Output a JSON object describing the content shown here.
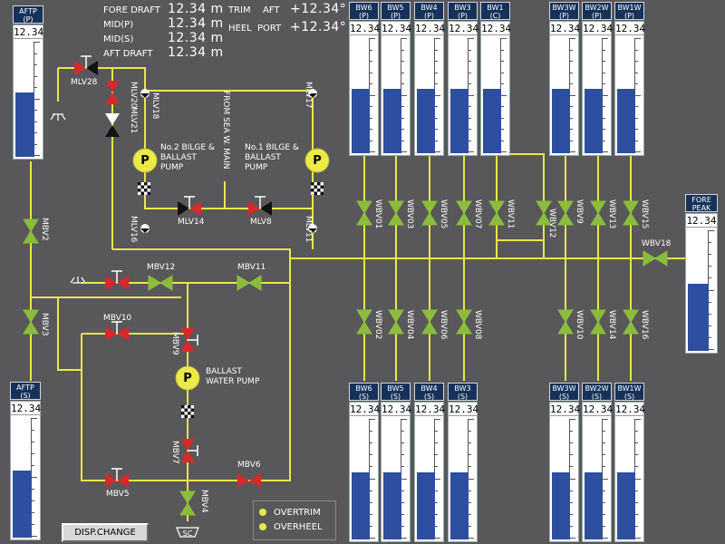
{
  "header": {
    "fore_draft": {
      "label": "FORE DRAFT",
      "value": "12.34 m"
    },
    "mid_p": {
      "label": "MID(P)",
      "value": "12.34 m"
    },
    "mid_s": {
      "label": "MID(S)",
      "value": "12.34 m"
    },
    "aft_draft": {
      "label": "AFT DRAFT",
      "value": "12.34 m"
    },
    "trim": {
      "label": "TRIM",
      "side": "AFT",
      "value": "+12.34°"
    },
    "heel": {
      "label": "HEEL",
      "side": "PORT",
      "value": "+12.34°"
    }
  },
  "tanks": [
    {
      "id": "aftp-p",
      "line1": "AFTP",
      "line2": "(P)",
      "value": "12.34",
      "level": 0.55
    },
    {
      "id": "aftp-s",
      "line1": "AFTP",
      "line2": "(S)",
      "value": "12.34",
      "level": 0.55
    },
    {
      "id": "bw6-p",
      "line1": "BW6",
      "line2": "(P)",
      "value": "12.34",
      "level": 0.55
    },
    {
      "id": "bw5-p",
      "line1": "BW5",
      "line2": "(P)",
      "value": "12.34",
      "level": 0.55
    },
    {
      "id": "bw4-p",
      "line1": "BW4",
      "line2": "(P)",
      "value": "12.34",
      "level": 0.55
    },
    {
      "id": "bw3-p",
      "line1": "BW3",
      "line2": "(P)",
      "value": "12.34",
      "level": 0.55
    },
    {
      "id": "bw1-c",
      "line1": "BW1",
      "line2": "(C)",
      "value": "12.34",
      "level": 0.55
    },
    {
      "id": "bw3w-p",
      "line1": "BW3W",
      "line2": "(P)",
      "value": "12.34",
      "level": 0.55
    },
    {
      "id": "bw2w-p",
      "line1": "BW2W",
      "line2": "(P)",
      "value": "12.34",
      "level": 0.55
    },
    {
      "id": "bw1w-p",
      "line1": "BW1W",
      "line2": "(P)",
      "value": "12.34",
      "level": 0.55
    },
    {
      "id": "fore-peak",
      "line1": "FORE",
      "line2": "PEAK",
      "value": "12.34",
      "level": 0.55
    },
    {
      "id": "bw6-s",
      "line1": "BW6",
      "line2": "(S)",
      "value": "12.34",
      "level": 0.55
    },
    {
      "id": "bw5-s",
      "line1": "BW5",
      "line2": "(S)",
      "value": "12.34",
      "level": 0.55
    },
    {
      "id": "bw4-s",
      "line1": "BW4",
      "line2": "(S)",
      "value": "12.34",
      "level": 0.55
    },
    {
      "id": "bw3-s",
      "line1": "BW3",
      "line2": "(S)",
      "value": "12.34",
      "level": 0.55
    },
    {
      "id": "bw3w-s",
      "line1": "BW3W",
      "line2": "(S)",
      "value": "12.34",
      "level": 0.55
    },
    {
      "id": "bw2w-s",
      "line1": "BW2W",
      "line2": "(S)",
      "value": "12.34",
      "level": 0.55
    },
    {
      "id": "bw1w-s",
      "line1": "BW1W",
      "line2": "(S)",
      "value": "12.34",
      "level": 0.55
    }
  ],
  "valves": {
    "mlv28": "MLV28",
    "mlv20": "MLV20",
    "mlv21": "MLV21",
    "mlv18": "MLV18",
    "mlv17": "MLV17",
    "mlv14": "MLV14",
    "mlv8": "MLV8",
    "mlv16": "MLV16",
    "mlv11": "MLV11",
    "mbv2": "MBV2",
    "mbv3": "MBV3",
    "mbv12": "MBV12",
    "mbv11": "MBV11",
    "mbv10": "MBV10",
    "mbv9": "MBV9",
    "mbv7": "MBV7",
    "mbv5": "MBV5",
    "mbv6": "MBV6",
    "mbv4": "MBV4",
    "wbv01": "WBV01",
    "wbv03": "WBV03",
    "wbv05": "WBV05",
    "wbv07": "WBV07",
    "wbv11": "WBV11",
    "wbv12": "WBV12",
    "wbv9": "WBV9",
    "wbv13": "WBV13",
    "wbv15": "WBV15",
    "wbv18": "WBV18",
    "wbv02": "WBV02",
    "wbv04": "WBV04",
    "wbv06": "WBV06",
    "wbv08": "WBV08",
    "wbv10": "WBV10",
    "wbv14": "WBV14",
    "wbv16": "WBV16"
  },
  "pumps": {
    "no2": {
      "symbol": "P",
      "line1": "No.2 BILGE &",
      "line2": "BALLAST",
      "line3": "PUMP"
    },
    "no1": {
      "symbol": "P",
      "line1": "No.1 BILGE &",
      "line2": "BALLAST",
      "line3": "PUMP"
    },
    "ballast": {
      "symbol": "P",
      "line1": "BALLAST",
      "line2": "WATER PUMP"
    }
  },
  "labels": {
    "from_sea": "FROM SEA W. MAIN",
    "sc": "SC"
  },
  "alarms": {
    "overtrim": "OVERTRIM",
    "overheel": "OVERHEEL"
  },
  "buttons": {
    "disp_change": "DISP.CHANGE"
  },
  "colors": {
    "background": "#58585a",
    "pipe": "#e8e84a",
    "valve_open": "#8cbc3c",
    "valve_closed": "#d8282a",
    "tank_fill": "#2e4fa0",
    "pump": "#ecea47"
  }
}
